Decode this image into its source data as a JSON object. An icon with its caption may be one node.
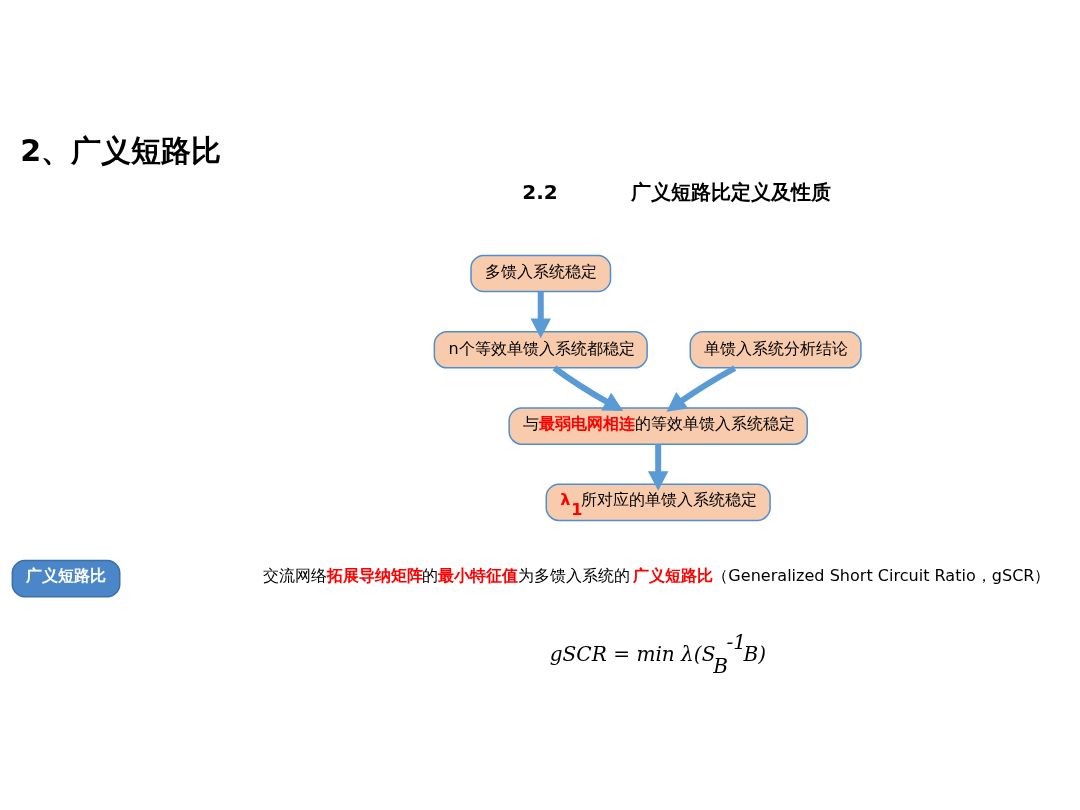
{
  "diagram": {
    "title": "2、广义短路比",
    "nodes": [
      {
        "text": [
          "多馈入系统稳定"
        ]
      },
      {
        "text": [
          "n个等效单馈入系统都稳定"
        ]
      },
      {
        "text": [
          "单馈入系统分析结论"
        ]
      },
      {
        "text": [
          "与**最弱电网相连**的等效单馈入系统稳定"
        ]
      },
      {
        "text": [
          "**λ$_{1}$**所对应的单馈入系统稳定"
        ]
      },
      {
        "text": [
          "广义短路比"
        ]
      }
    ],
    "edges": [
      {
        "from": 0,
        "to": 1,
        "arrow": "to"
      },
      {
        "from": 1,
        "to": 3,
        "arrow": "to"
      },
      {
        "from": 2,
        "to": 3,
        "arrow": "to"
      },
      {
        "from": 3,
        "to": 4,
        "arrow": "to"
      }
    ],
    "labels": [
      "2.2",
      "广义短路比定义及性质",
      "交流网络**拓展导纳矩阵**的**最小特征值**为多馈入系统的 **广义短路比**（Generalized Short Circuit Ratio，gSCR）",
      "gSCR = min λ(S$_{B}$$^{-1}$B)"
    ]
  }
}
